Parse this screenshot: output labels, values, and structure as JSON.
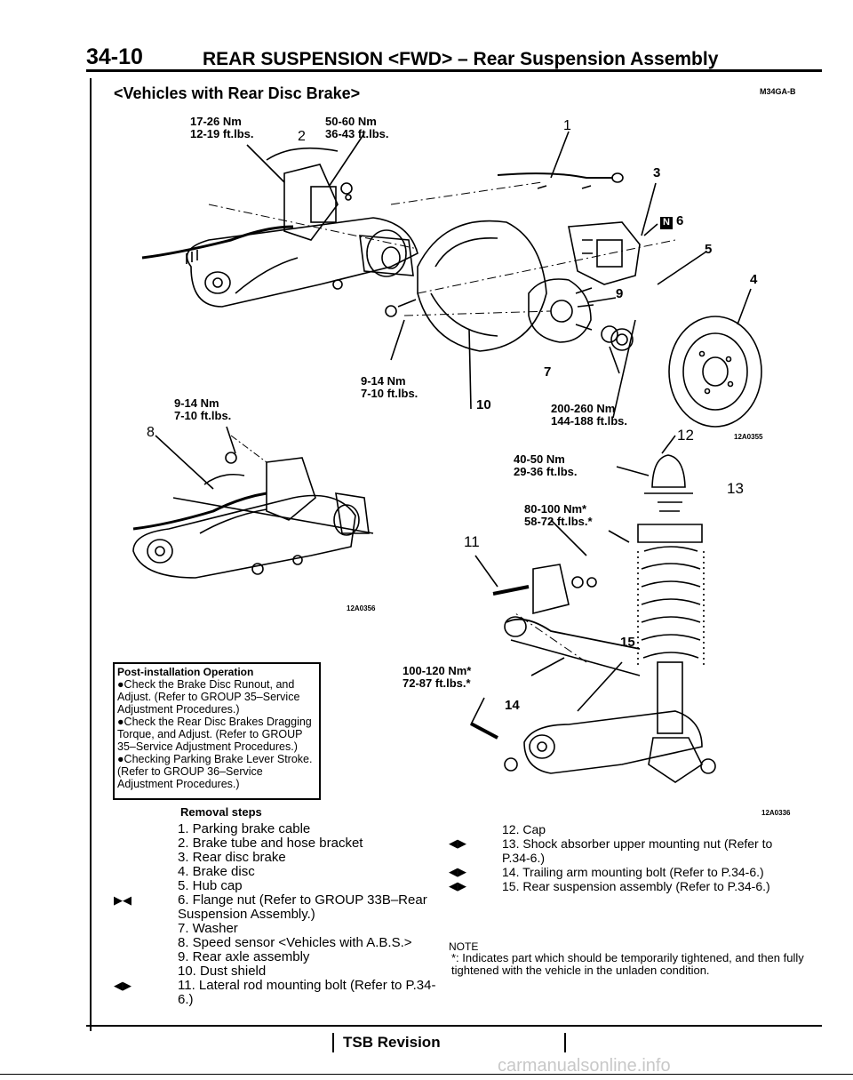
{
  "header": {
    "page_number": "34-10",
    "title": "REAR SUSPENSION <FWD> – Rear Suspension Assembly"
  },
  "section": {
    "subtitle": "<Vehicles with Rear Disc Brake>",
    "code": "M34GA-B"
  },
  "torques": {
    "t1": [
      "17-26 Nm",
      "12-19 ft.lbs."
    ],
    "t2": [
      "50-60 Nm",
      "36-43 ft.lbs."
    ],
    "t3": [
      "9-14 Nm",
      "7-10 ft.lbs."
    ],
    "t4": [
      "9-14 Nm",
      "7-10 ft.lbs."
    ],
    "t5": [
      "200-260 Nm",
      "144-188 ft.lbs."
    ],
    "t6": [
      "40-50 Nm",
      "29-36 ft.lbs."
    ],
    "t7": [
      "80-100 Nm*",
      "58-72 ft.lbs.*"
    ],
    "t8": [
      "100-120 Nm*",
      "72-87 ft.lbs.*"
    ]
  },
  "callouts": {
    "c1": "1",
    "c2": "2",
    "c3": "3",
    "c4": "4",
    "c5": "5",
    "c6": "6",
    "c7": "7",
    "c8": "8",
    "c9": "9",
    "c10": "10",
    "c11": "11",
    "c12": "12",
    "c13": "13",
    "c14": "14",
    "c15": "15",
    "n_badge": "N"
  },
  "figure_codes": {
    "f1": "12A0355",
    "f2": "12A0356",
    "f3": "12A0336"
  },
  "post_installation": {
    "title": "Post-installation Operation",
    "items": [
      "●Check the Brake Disc Runout, and Adjust. (Refer to GROUP 35–Service Adjustment Procedures.)",
      "●Check the Rear Disc Brakes Dragging Torque, and Adjust. (Refer to GROUP 35–Service Adjustment Procedures.)",
      "●Checking Parking Brake Lever Stroke. (Refer to GROUP 36–Service Adjustment Procedures.)"
    ]
  },
  "removal": {
    "heading": "Removal steps",
    "left_steps": [
      {
        "mark": "",
        "text": "1. Parking brake cable"
      },
      {
        "mark": "",
        "text": "2. Brake tube and hose bracket"
      },
      {
        "mark": "",
        "text": "3. Rear disc brake"
      },
      {
        "mark": "",
        "text": "4. Brake disc"
      },
      {
        "mark": "",
        "text": "5. Hub cap"
      },
      {
        "mark": "▶◀",
        "text": "6. Flange nut (Refer to GROUP 33B–Rear Suspension Assembly.)"
      },
      {
        "mark": "",
        "text": "7. Washer"
      },
      {
        "mark": "",
        "text": "8. Speed sensor <Vehicles with A.B.S.>"
      },
      {
        "mark": "",
        "text": "9. Rear axle assembly"
      },
      {
        "mark": "",
        "text": "10. Dust shield"
      },
      {
        "mark": "◀▶",
        "text": "11. Lateral rod mounting bolt (Refer to P.34-6.)"
      }
    ],
    "right_steps": [
      {
        "mark": "",
        "text": "12. Cap"
      },
      {
        "mark": "◀▶",
        "text": "13. Shock absorber upper mounting nut (Refer to P.34-6.)"
      },
      {
        "mark": "◀▶",
        "text": "14. Trailing arm mounting bolt (Refer to P.34-6.)"
      },
      {
        "mark": "◀▶",
        "text": "15. Rear suspension assembly (Refer to P.34-6.)"
      }
    ]
  },
  "note": {
    "heading": "NOTE",
    "text": "*: Indicates part which should be temporarily tightened, and then fully tightened with the vehicle in the unladen condition."
  },
  "footer": {
    "tsb": "TSB Revision",
    "watermark": "carmanualsonline.info"
  }
}
